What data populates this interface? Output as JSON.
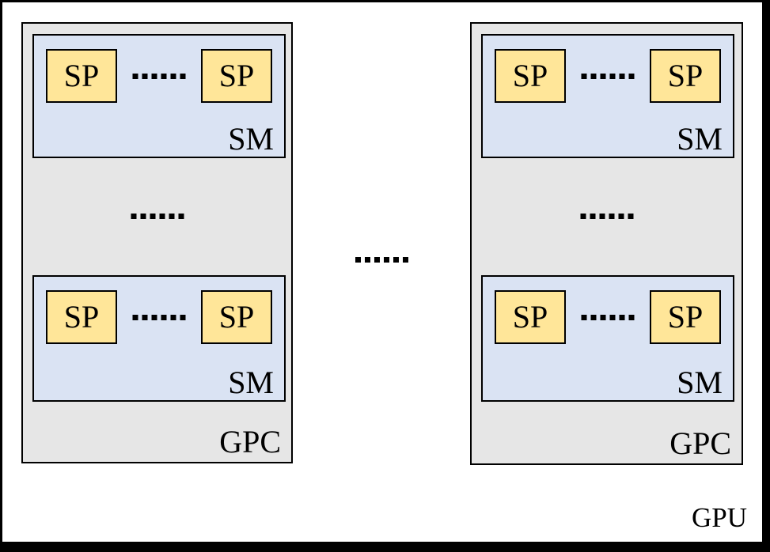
{
  "labels": {
    "gpu": "GPU",
    "gpc": "GPC",
    "sm": "SM",
    "sp": "SP"
  },
  "colors": {
    "frame": "#000000",
    "gpu_fill": "#FFFFFF",
    "gpc_fill": "#E6E6E6",
    "sm_fill": "#DAE3F3",
    "sp_fill": "#FFE699",
    "border": "#000000",
    "text": "#000000"
  },
  "ellipsis": {
    "dot_count": 6
  },
  "structure": {
    "visible_gpc_count": 2,
    "visible_sm_per_gpc": 2,
    "visible_sp_per_sm": 2
  }
}
